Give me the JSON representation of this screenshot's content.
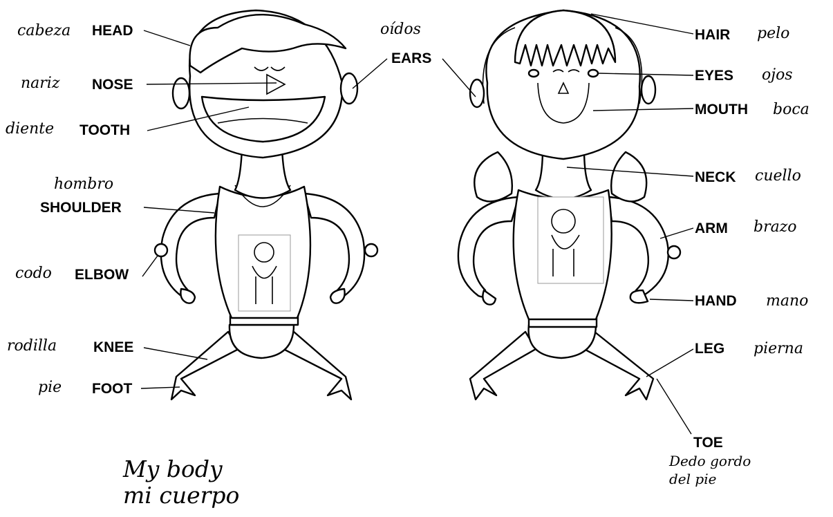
{
  "title": {
    "en": "My body",
    "es": "mi cuerpo"
  },
  "left_labels": [
    {
      "en": "HEAD",
      "es": "cabeza"
    },
    {
      "en": "NOSE",
      "es": "nariz"
    },
    {
      "en": "TOOTH",
      "es": "diente"
    },
    {
      "en": "SHOULDER",
      "es": "hombro"
    },
    {
      "en": "ELBOW",
      "es": "codo"
    },
    {
      "en": "KNEE",
      "es": "rodilla"
    },
    {
      "en": "FOOT",
      "es": "pie"
    },
    {
      "en": "EARS",
      "es": "oídos"
    }
  ],
  "right_labels": [
    {
      "en": "HAIR",
      "es": "pelo"
    },
    {
      "en": "EYES",
      "es": "ojos"
    },
    {
      "en": "MOUTH",
      "es": "boca"
    },
    {
      "en": "NECK",
      "es": "cuello"
    },
    {
      "en": "ARM",
      "es": "brazo"
    },
    {
      "en": "HAND",
      "es": "mano"
    },
    {
      "en": "LEG",
      "es": "pierna"
    }
  ],
  "toe": {
    "en": "TOE",
    "es_line1": "Dedo gordo",
    "es_line2": "del pie"
  }
}
